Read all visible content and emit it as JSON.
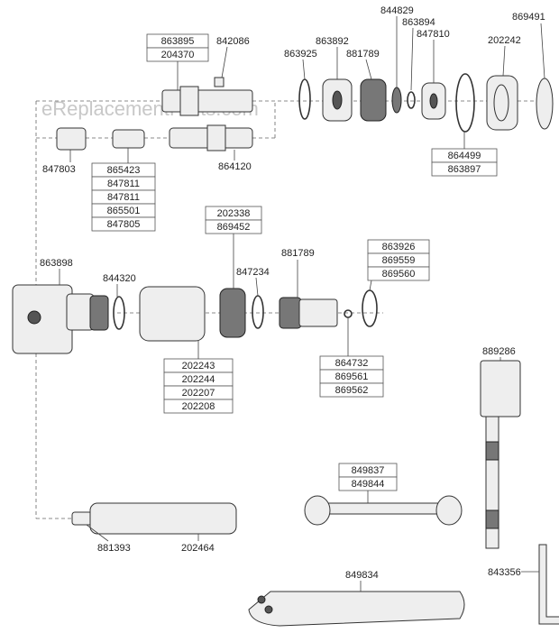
{
  "watermark": "eReplacementParts.com",
  "labels": {
    "p863895": "863895",
    "p204370": "204370",
    "p842086": "842086",
    "p844829": "844829",
    "p863894": "863894",
    "p847810": "847810",
    "p869491": "869491",
    "p863892": "863892",
    "p202242": "202242",
    "p863925": "863925",
    "p881789a": "881789",
    "p847803": "847803",
    "p865423": "865423",
    "p847811a": "847811",
    "p847811b": "847811",
    "p865501": "865501",
    "p847805": "847805",
    "p864120": "864120",
    "p864499": "864499",
    "p863897": "863897",
    "p202338": "202338",
    "p869452": "869452",
    "p881789b": "881789",
    "p863926": "863926",
    "p869559": "869559",
    "p869560": "869560",
    "p863898": "863898",
    "p844320": "844320",
    "p847234": "847234",
    "p202243": "202243",
    "p202244": "202244",
    "p202207": "202207",
    "p202208": "202208",
    "p864732": "864732",
    "p869561": "869561",
    "p869562": "869562",
    "p889286": "889286",
    "p849837": "849837",
    "p849844": "849844",
    "p881393": "881393",
    "p202464": "202464",
    "p849834": "849834",
    "p843356": "843356"
  }
}
